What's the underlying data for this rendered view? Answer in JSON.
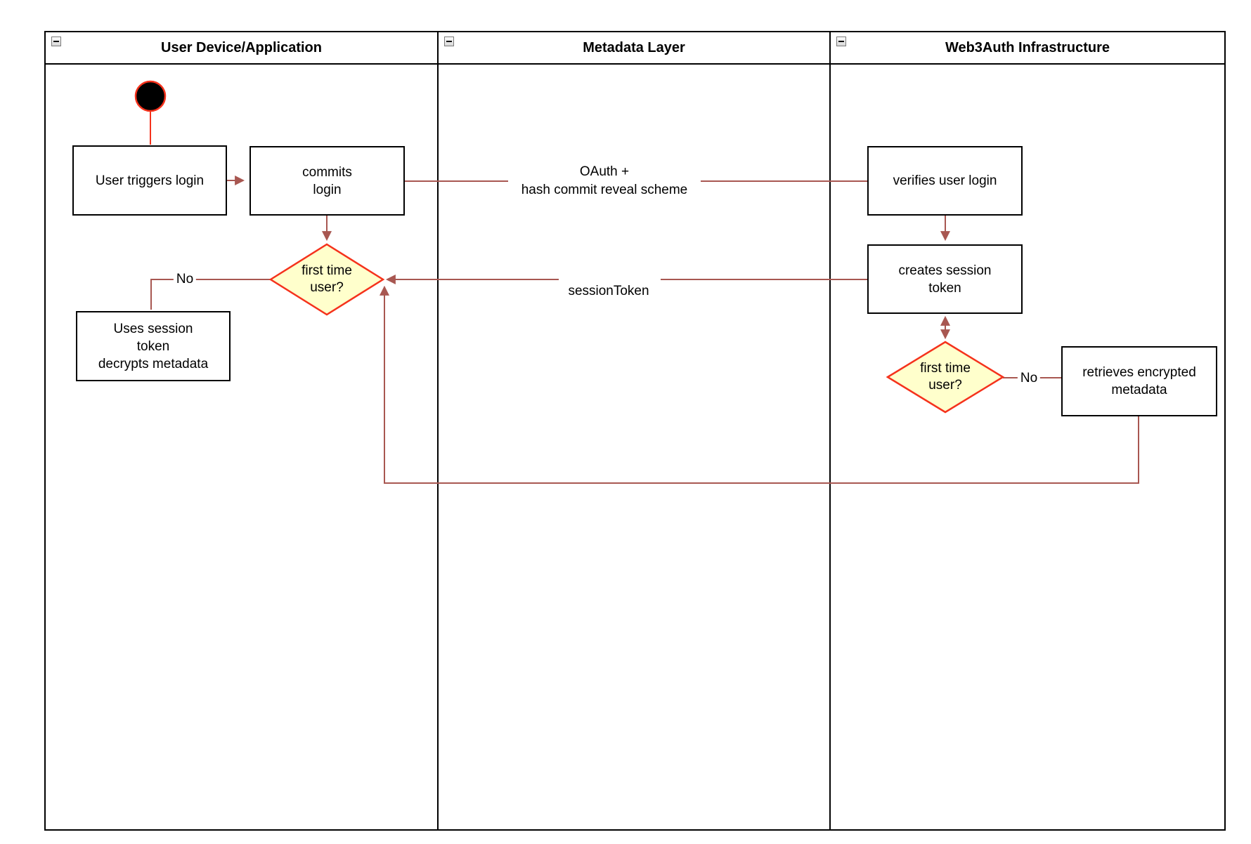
{
  "lanes": [
    {
      "title": "User Device/Application"
    },
    {
      "title": "Metadata Layer"
    },
    {
      "title": "Web3Auth Infrastructure"
    }
  ],
  "nodes": {
    "user_triggers_login": "User triggers login",
    "commits_login": "commits\nlogin",
    "first_time_user_left": "first time\nuser?",
    "uses_session_token": "Uses session\ntoken\ndecrypts metadata",
    "verifies_user_login": "verifies user login",
    "creates_session_token": "creates session\ntoken",
    "first_time_user_right": "first time\nuser?",
    "retrieves_encrypted_metadata": "retrieves encrypted\nmetadata"
  },
  "edge_labels": {
    "oauth": "OAuth +\nhash commit reveal scheme",
    "session_token": "sessionToken",
    "no_left": "No",
    "no_right": "No"
  },
  "colors": {
    "flow_line": "#a85751",
    "accent_red": "#f5321c",
    "diamond_fill": "#ffffcc",
    "node_border": "#000000",
    "lane_border": "#000000"
  }
}
